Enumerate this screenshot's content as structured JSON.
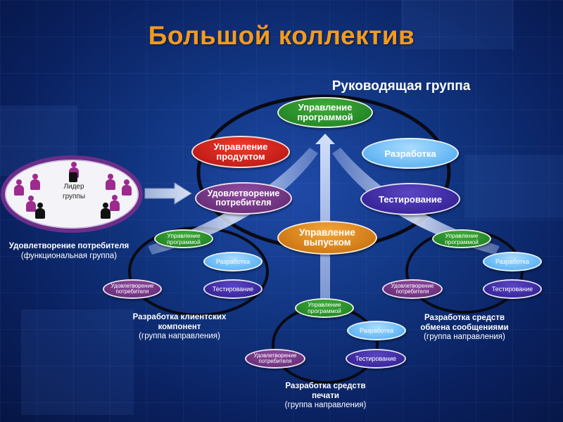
{
  "title": "Большой коллектив",
  "lead_group": "Руководящая группа",
  "main": {
    "program_mgmt": "Управление программой",
    "product_mgmt": "Управление продуктом",
    "development": "Разработка",
    "consumer": "Удовлетворение потребителя",
    "testing": "Тестирование",
    "release": "Управление выпуском"
  },
  "functional_group": {
    "leader": "Лидер группы",
    "caption_bold": "Удовлетворение потребителя",
    "caption_note": "(функциональная группа)"
  },
  "client_team": {
    "program_mgmt": "Управление программой",
    "development": "Разработка",
    "consumer": "Удовлетворение потребителя",
    "testing": "Тестирование",
    "caption_bold": "Разработка клиентских компонент",
    "caption_note": "(группа направления)"
  },
  "print_team": {
    "program_mgmt": "Управление программой",
    "development": "Разработка",
    "consumer": "Удовлетворение потребителя",
    "testing": "Тестирование",
    "caption_bold": "Разработка средств печати",
    "caption_note": "(группа направления)"
  },
  "messaging_team": {
    "program_mgmt": "Управление программой",
    "development": "Разработка",
    "consumer": "Удовлетворение потребителя",
    "testing": "Тестирование",
    "caption_bold": "Разработка средств обмена сообщениями",
    "caption_note": "(группа направления)"
  },
  "colors": {
    "title": "#f39a1e",
    "program_mgmt": "#2a9a2e",
    "product_mgmt": "#d81f1a",
    "development": "#6cbcf7",
    "consumer": "#7a3a8a",
    "testing": "#3f2aa8",
    "release": "#e08a1c"
  }
}
